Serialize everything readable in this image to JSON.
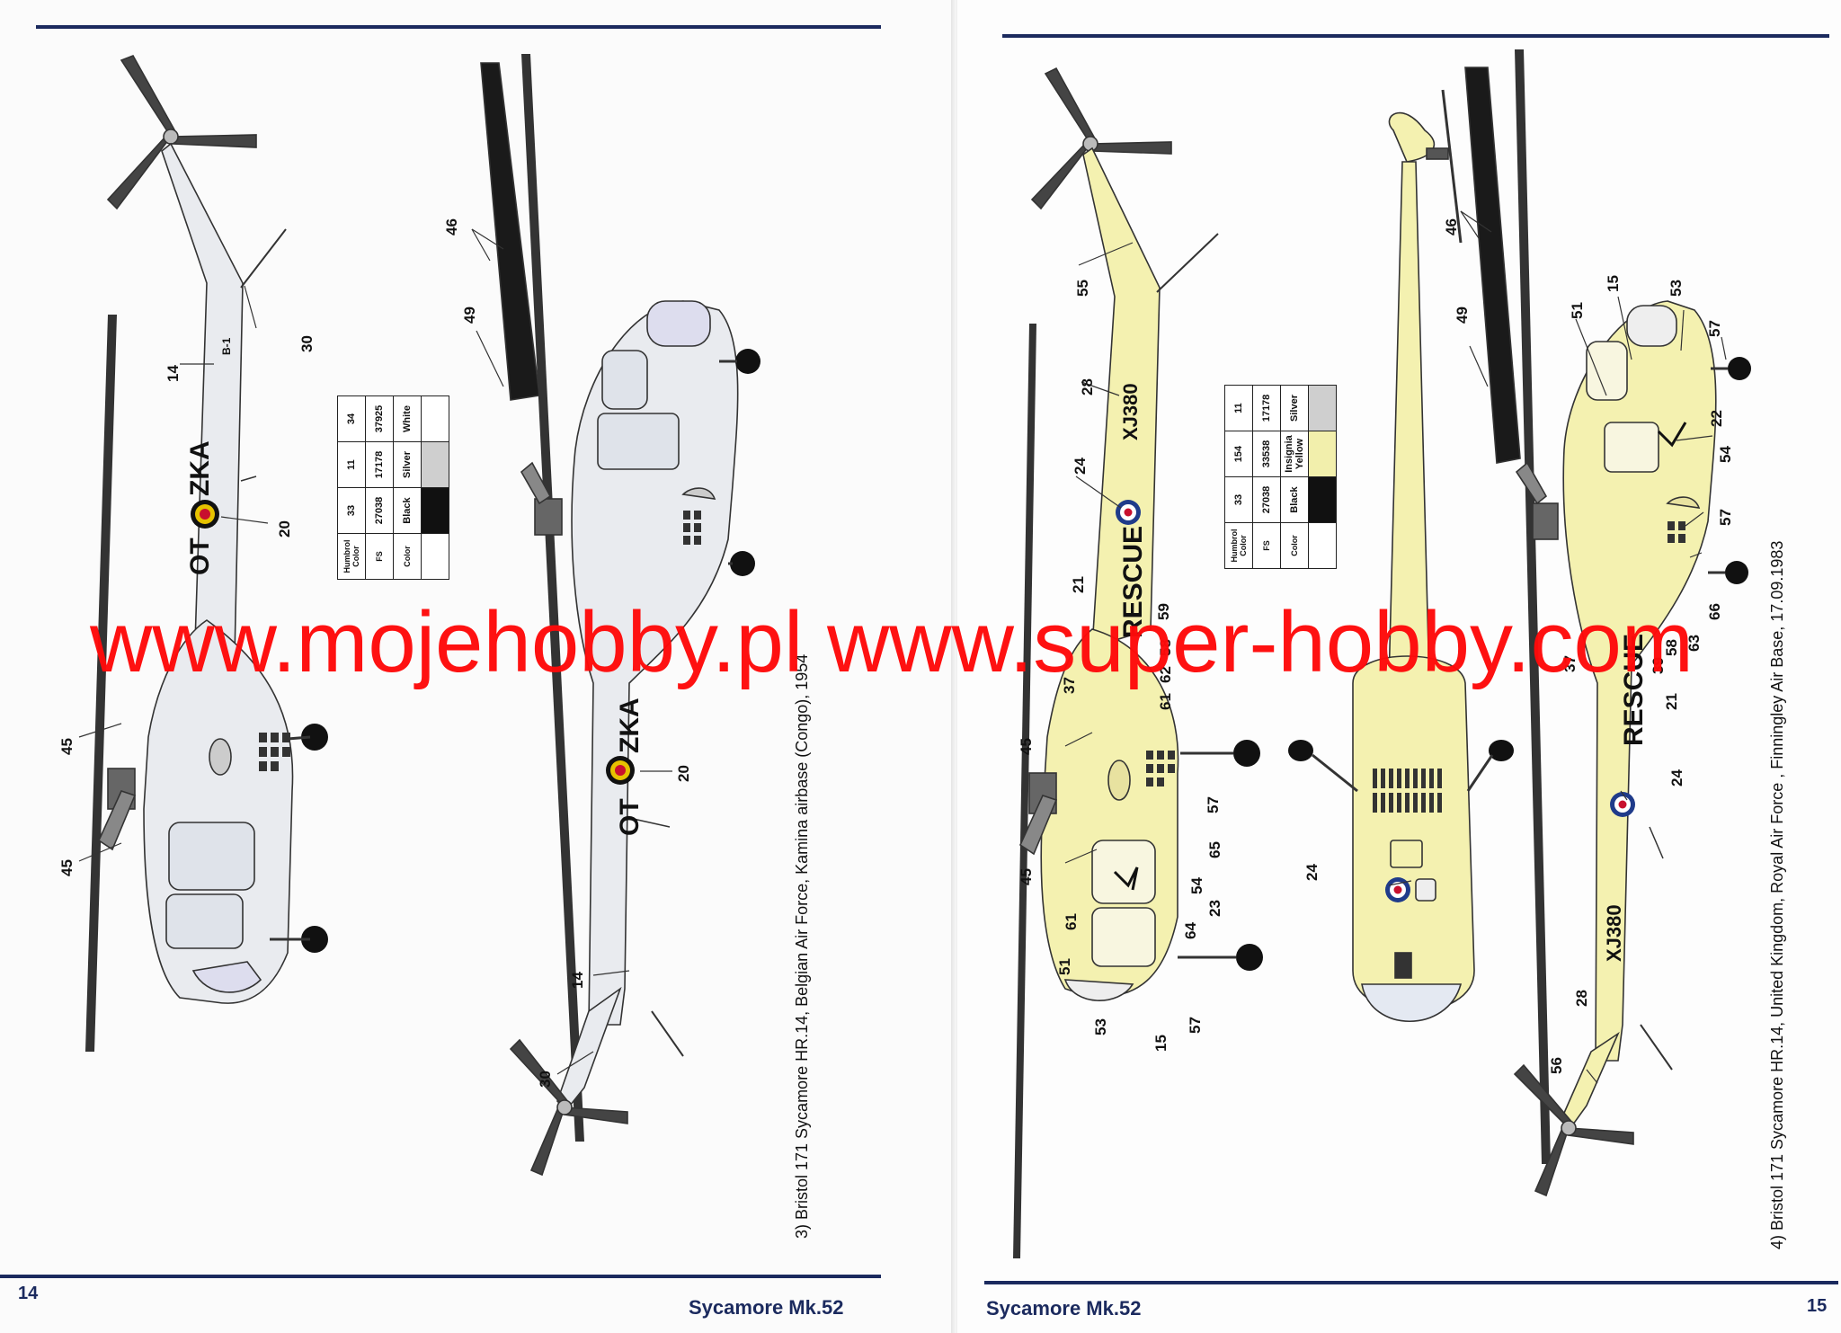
{
  "left_page": {
    "page_number": "14",
    "footer_title": "Sycamore Mk.52",
    "caption": "3)  Bristol 171 Sycamore HR.14, Belgian Air Force, Kamina airbase (Congo), 1954",
    "registration": "OT-ZKA",
    "registration_left": "OT",
    "registration_right": "ZKA",
    "tail_code": "B-1",
    "callouts": [
      "14",
      "30",
      "20",
      "45",
      "45",
      "46",
      "49",
      "20",
      "14",
      "30"
    ],
    "color_table": {
      "headers": [
        "Humbrol Color",
        "FS",
        "Color"
      ],
      "rows": [
        {
          "humbrol": "33",
          "fs": "27038",
          "name": "Black",
          "swatch": "#111111"
        },
        {
          "humbrol": "11",
          "fs": "17178",
          "name": "Silver",
          "swatch": "#cfcfcf"
        },
        {
          "humbrol": "34",
          "fs": "37925",
          "name": "White",
          "swatch": "#ffffff"
        }
      ]
    },
    "fuselage_color": "#e9ebef"
  },
  "right_page": {
    "page_number": "15",
    "footer_title": "Sycamore Mk.52",
    "caption": "4)  Bristol 171 Sycamore HR.14, United Kingdom, Royal Air Force , Finningley Air Base, 17.09.1983",
    "serial": "XJ380",
    "rescue_text": "RESCUE",
    "callouts_left": [
      "55",
      "28",
      "24",
      "21",
      "59",
      "58",
      "62",
      "61",
      "37",
      "45",
      "45",
      "57",
      "65",
      "54",
      "23",
      "64",
      "61",
      "51",
      "53",
      "15",
      "57"
    ],
    "callouts_top": [
      "24"
    ],
    "callouts_right": [
      "46",
      "49",
      "51",
      "15",
      "53",
      "57",
      "22",
      "54",
      "57",
      "66",
      "63",
      "58",
      "39",
      "37",
      "21",
      "24",
      "28",
      "56"
    ],
    "color_table": {
      "headers": [
        "Humbrol Color",
        "FS",
        "Color"
      ],
      "rows": [
        {
          "humbrol": "33",
          "fs": "27038",
          "name": "Black",
          "swatch": "#111111"
        },
        {
          "humbrol": "154",
          "fs": "33538",
          "name": "Insignia Yellow",
          "swatch": "#f2efac"
        },
        {
          "humbrol": "11",
          "fs": "17178",
          "name": "Silver",
          "swatch": "#cfcfcf"
        }
      ]
    },
    "fuselage_color": "#f4f1b0"
  },
  "watermark": "www.mojehobby.pl www.super-hobby.com"
}
